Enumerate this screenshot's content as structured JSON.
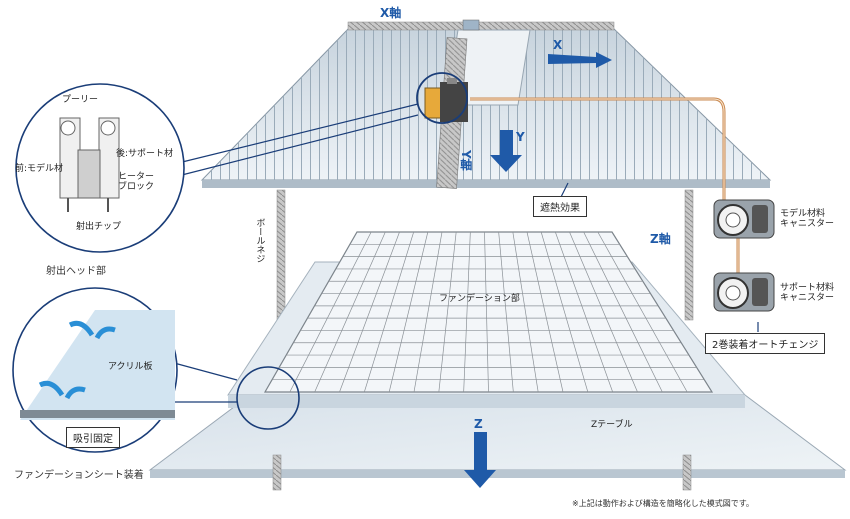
{
  "axes": {
    "x": "X軸",
    "y": "Y軸",
    "z": "Z軸"
  },
  "arrows": {
    "x": "X",
    "y": "Y",
    "z": "Z"
  },
  "labels": {
    "heat_shield": "遮熱効果",
    "pole_screw": "ボールネジ",
    "foundation_part": "ファンデーション部",
    "z_table": "Zテーブル",
    "model_canister": "モデル材料\nキャニスター",
    "support_canister": "サポート材料\nキャニスター",
    "auto_change": "2巻装着オートチェンジ"
  },
  "head_detail": {
    "pulley": "プーリー",
    "model_material": "前:モデル材",
    "support_material": "後:サポート材",
    "heater_block": "ヒーター\nブロック",
    "nozzle_chip": "射出チップ",
    "caption": "射出ヘッド部"
  },
  "sheet_detail": {
    "acrylic": "アクリル板",
    "suction": "吸引固定",
    "caption": "ファンデーションシート装着"
  },
  "footnote": "※上記は動作および構造を簡略化した模式図です。",
  "colors": {
    "accent": "#1f5aa8",
    "panel": "#dfe7ee",
    "grid": "#8a9096",
    "copper": "#c98a52"
  }
}
